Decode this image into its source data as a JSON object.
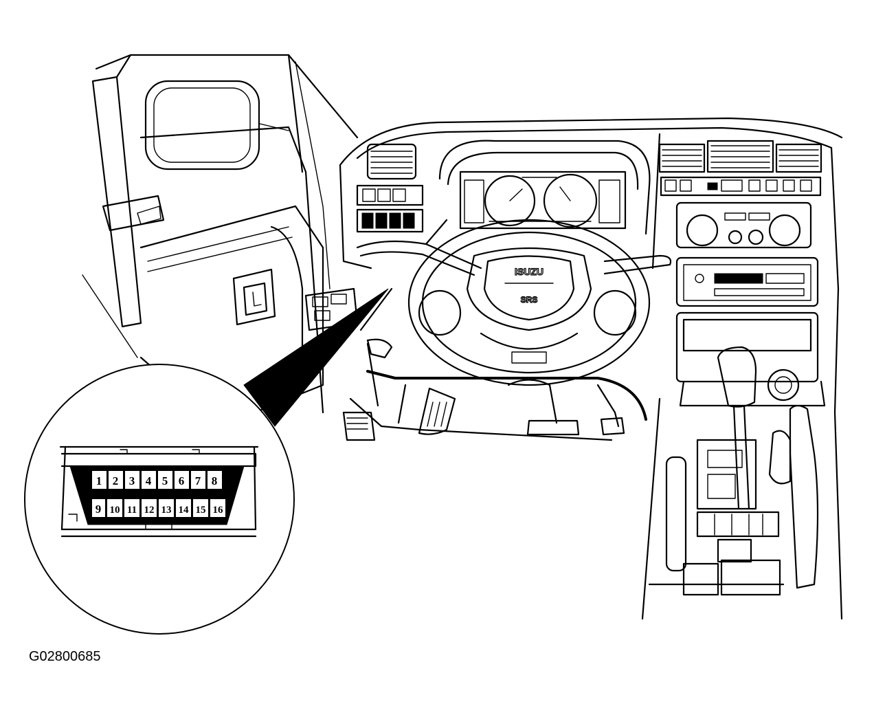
{
  "figure_code": "G02800685",
  "connector": {
    "top_row": [
      "1",
      "2",
      "3",
      "4",
      "5",
      "6",
      "7",
      "8"
    ],
    "bottom_row": [
      "9",
      "10",
      "11",
      "12",
      "13",
      "14",
      "15",
      "16"
    ]
  },
  "wheel_logo": "ISUZU",
  "airbag_label": "SRS",
  "colors": {
    "line": "#000000",
    "background": "#ffffff"
  }
}
